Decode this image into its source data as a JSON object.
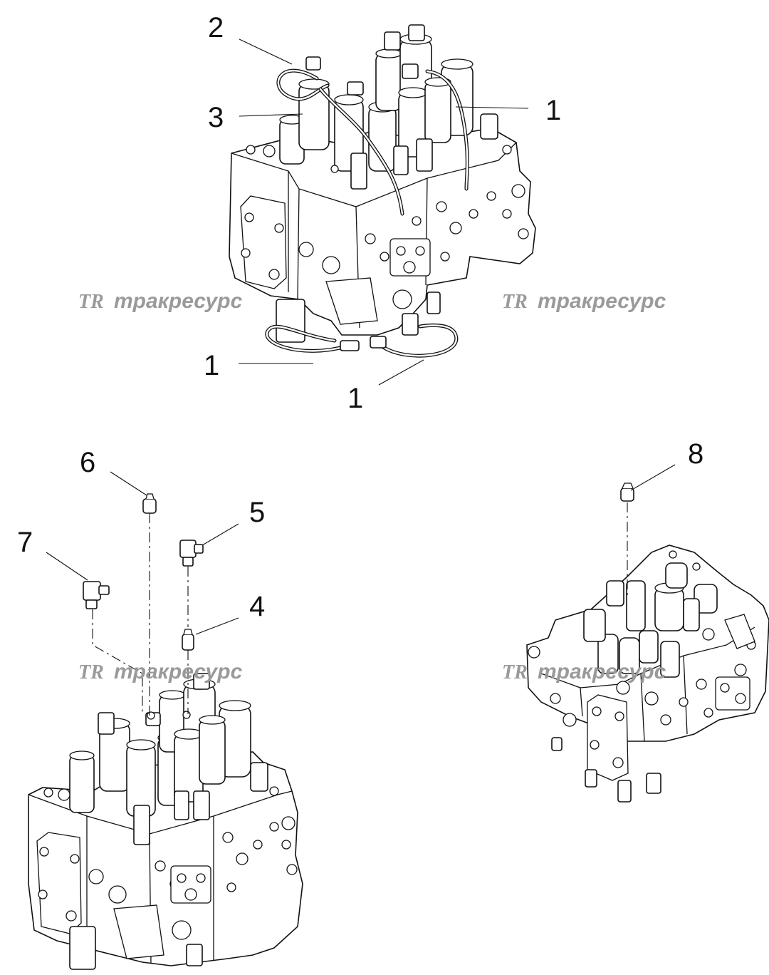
{
  "watermark": {
    "logo": "TR",
    "text": "тракресурс"
  },
  "callouts": {
    "c1a": "1",
    "c1b": "1",
    "c1c": "1",
    "c2": "2",
    "c3": "3",
    "c4": "4",
    "c5": "5",
    "c6": "6",
    "c7": "7",
    "c8": "8"
  }
}
